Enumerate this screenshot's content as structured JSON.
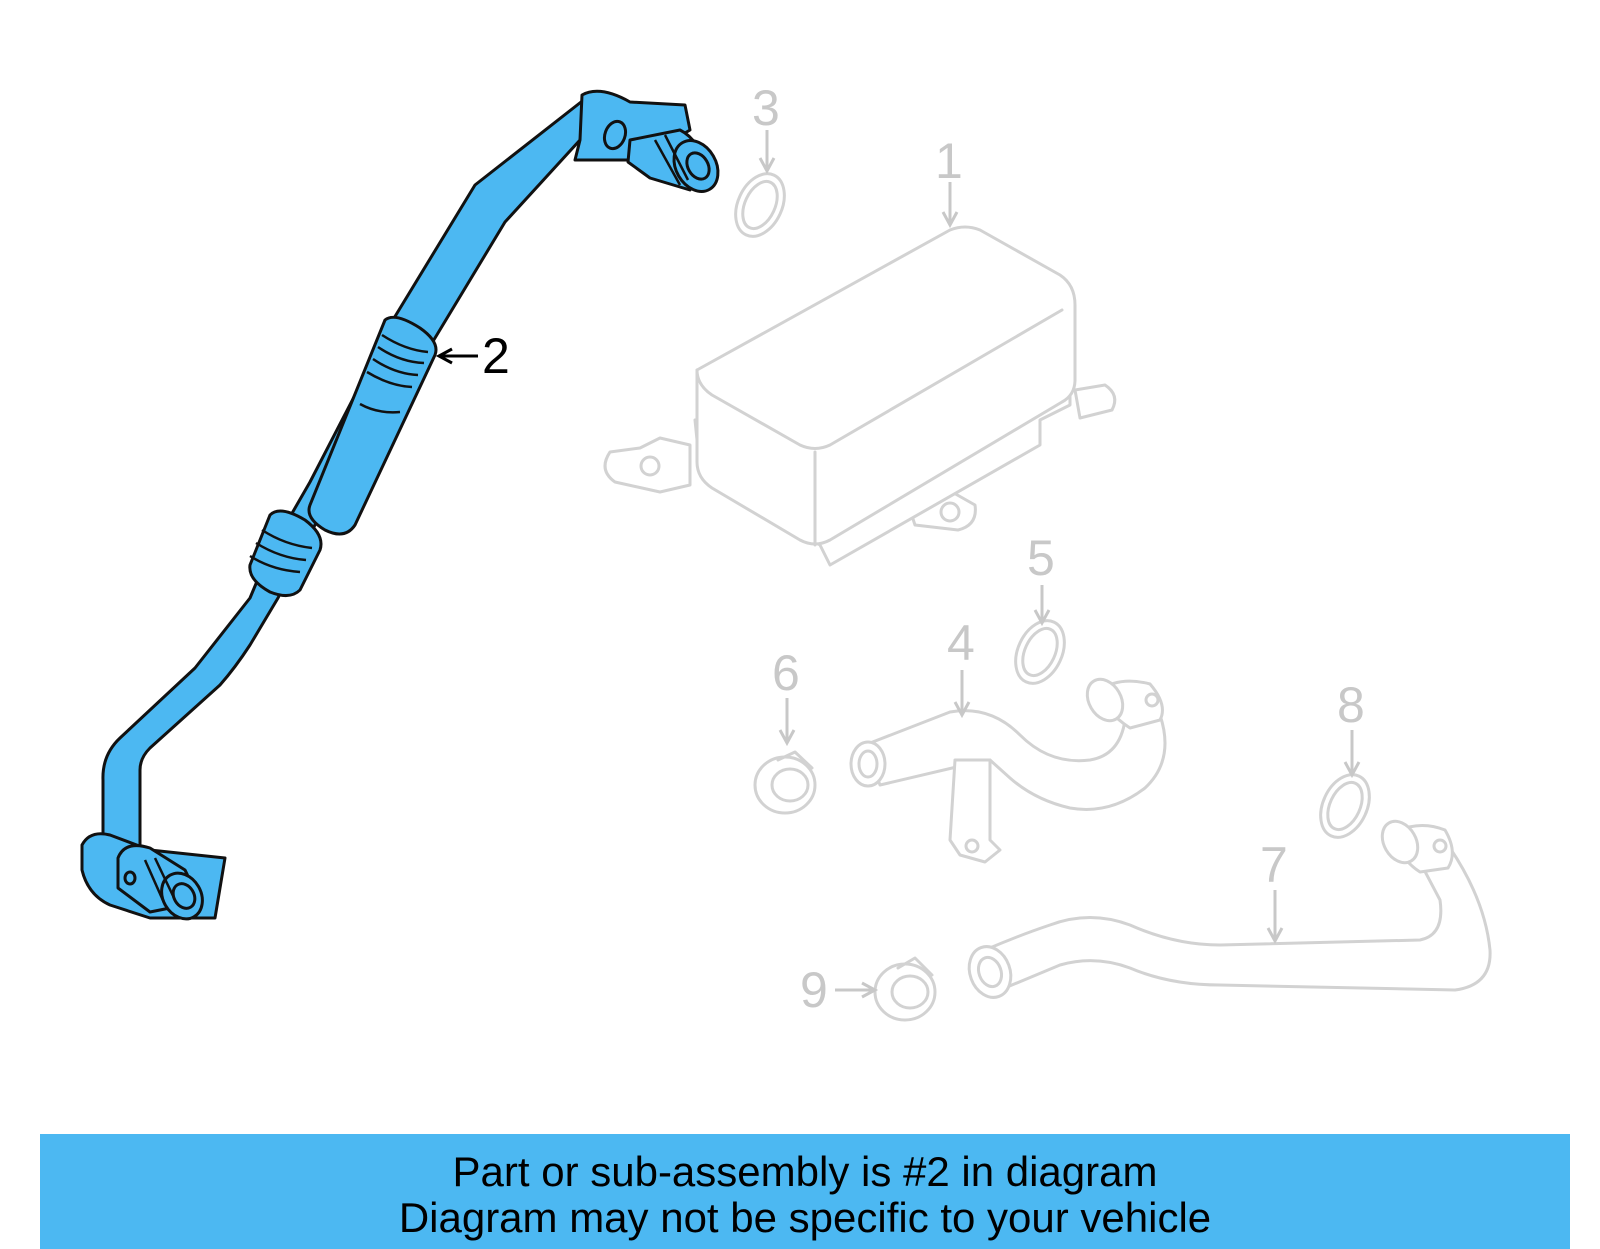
{
  "callouts": {
    "c1": "1",
    "c2": "2",
    "c3": "3",
    "c4": "4",
    "c5": "5",
    "c6": "6",
    "c7": "7",
    "c8": "8",
    "c9": "9"
  },
  "highlight_part": "2",
  "colors": {
    "highlight": "#4cb8f2",
    "faded_parts": "#d2d2d2",
    "banner": "#4cb8f2"
  },
  "banner": {
    "line1": "Part or sub-assembly is #2 in diagram",
    "line2": "Diagram may not be specific to your vehicle"
  }
}
